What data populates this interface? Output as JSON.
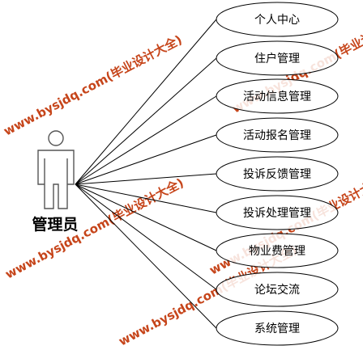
{
  "actor": {
    "label": "管理员",
    "icon": "stick-figure-actor-icon"
  },
  "use_cases": [
    {
      "label": "个人中心"
    },
    {
      "label": "住户管理"
    },
    {
      "label": "活动信息管理"
    },
    {
      "label": "活动报名管理"
    },
    {
      "label": "投诉反馈管理"
    },
    {
      "label": "投诉处理管理"
    },
    {
      "label": "物业费管理"
    },
    {
      "label": "论坛交流"
    },
    {
      "label": "系统管理"
    }
  ],
  "watermark": {
    "text": "www.bysjdq.com(毕业设计大全)",
    "color": "#c03000"
  },
  "colors": {
    "line": "#000000",
    "ellipse_stroke": "#000000",
    "ellipse_fill": "#ffffff",
    "actor_stroke": "#555555"
  }
}
